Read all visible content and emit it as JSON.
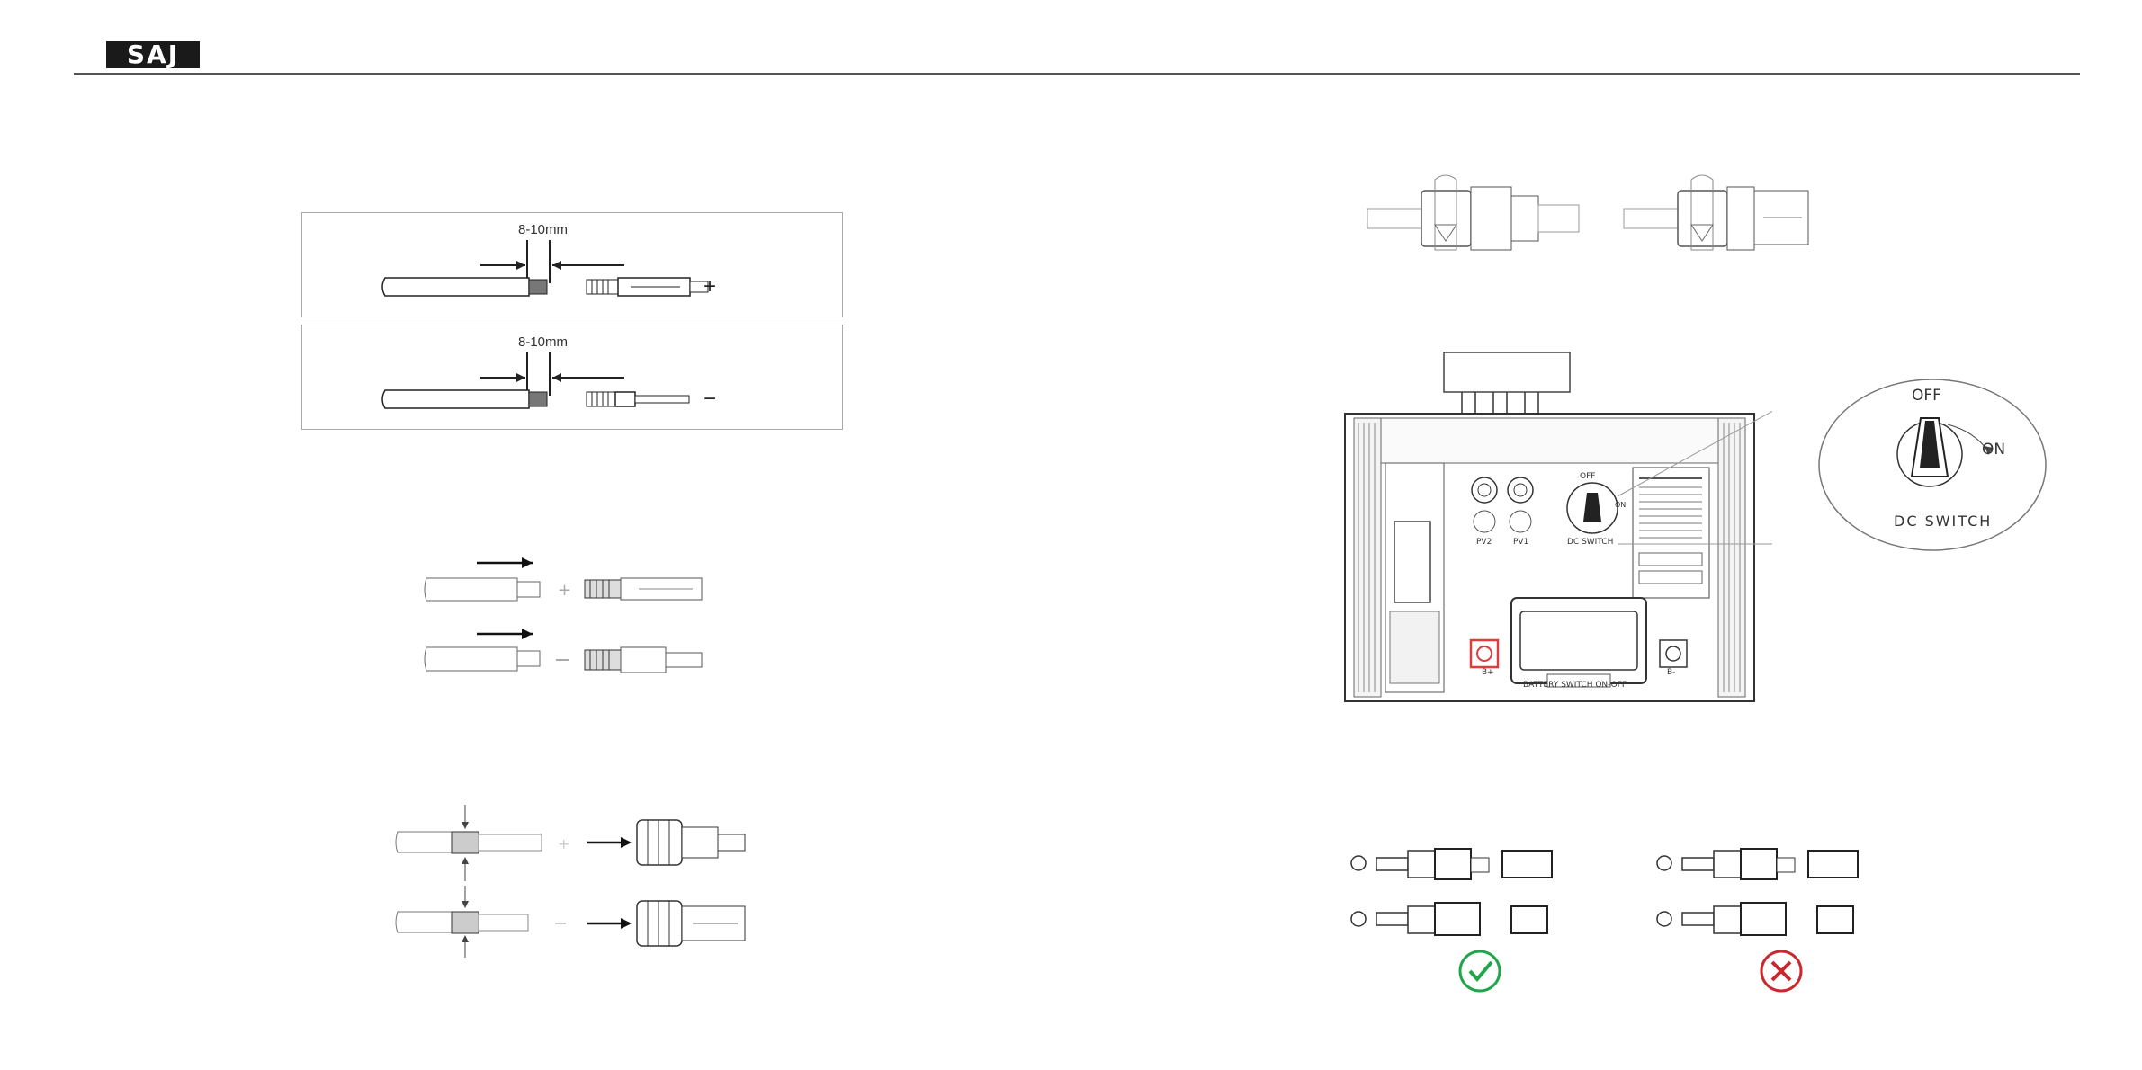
{
  "brand": {
    "logo": "SAJ"
  },
  "strip": {
    "positive": {
      "dimension": "8-10mm",
      "polarity": "+"
    },
    "negative": {
      "dimension": "8-10mm",
      "polarity": "−"
    }
  },
  "inverter": {
    "pv2": "PV2",
    "pv1": "PV1",
    "dc_switch": "DC SWITCH",
    "off": "OFF",
    "on": "ON",
    "battery_plus": "B+",
    "battery_minus": "B-",
    "battery_switch": "BATTERY SWITCH ON-OFF"
  },
  "callout": {
    "off": "OFF",
    "on": "ON",
    "title": "DC SWITCH"
  },
  "colors": {
    "correct": "#1fa64a",
    "incorrect": "#c8282e",
    "highlight": "#e23b3b"
  }
}
